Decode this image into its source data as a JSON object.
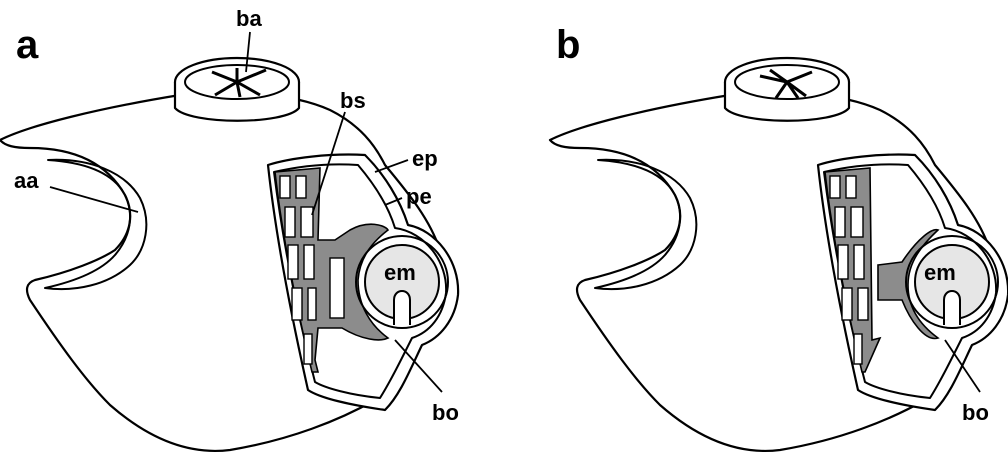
{
  "panels": [
    {
      "letter": "a",
      "labels": {
        "ba": "ba",
        "bs": "bs",
        "aa": "aa",
        "ep": "ep",
        "pe": "pe",
        "em": "em",
        "bo": "bo"
      }
    },
    {
      "letter": "b",
      "labels": {
        "em": "em",
        "bo": "bo"
      }
    }
  ],
  "colors": {
    "stroke": "#000000",
    "grey_region": "#8c8c8c",
    "embryo_fill": "#e6e6e6",
    "background": "#ffffff"
  }
}
